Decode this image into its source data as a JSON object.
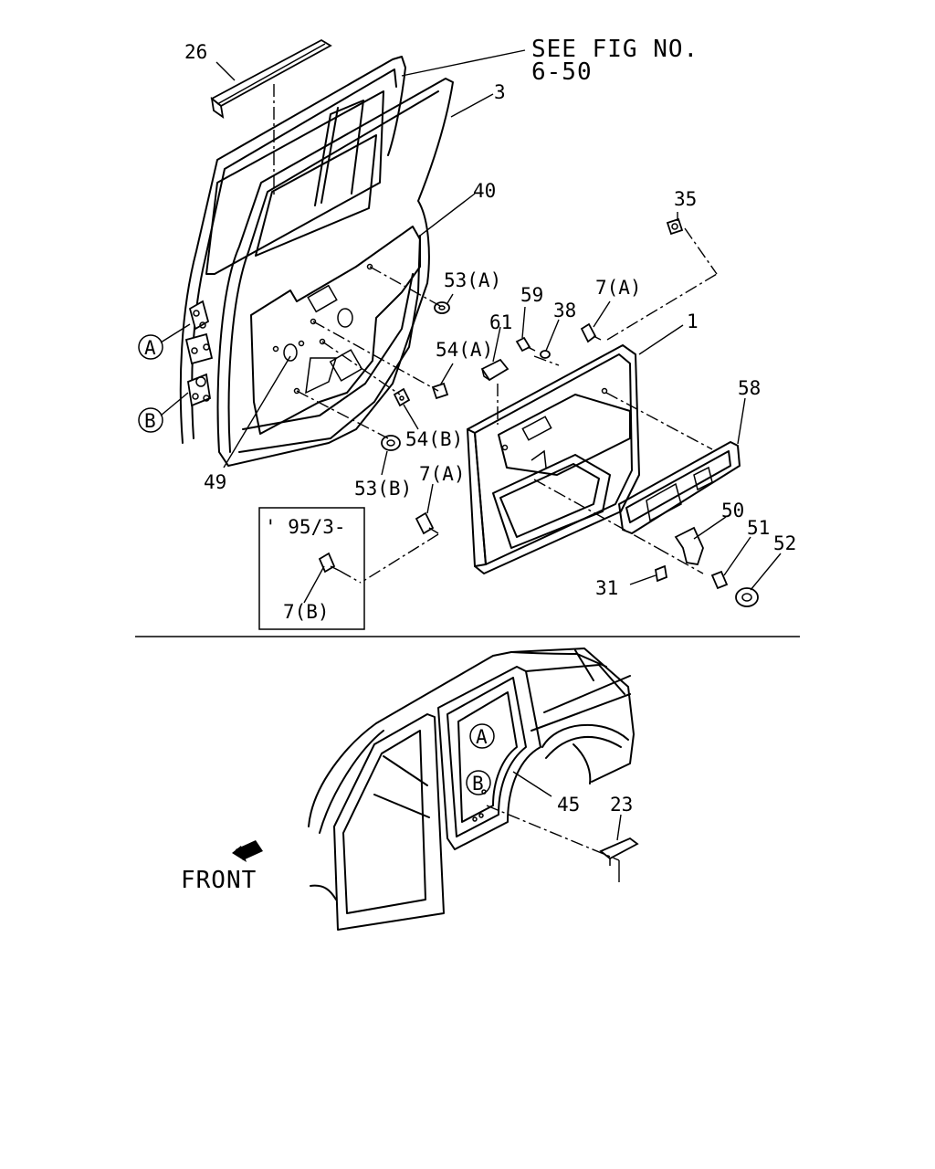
{
  "see_fig": {
    "line1": "SEE FIG NO.",
    "line2": "6-50"
  },
  "inset_label": "' 95/3-",
  "front_label": "FRONT",
  "callouts": {
    "c26": "26",
    "c3": "3",
    "c40": "40",
    "c35": "35",
    "c53a": "53(A)",
    "c59": "59",
    "c7a_top": "7(A)",
    "c61": "61",
    "c38": "38",
    "c1": "1",
    "c54a": "54(A)",
    "c58": "58",
    "c54b": "54(B)",
    "c49": "49",
    "c53b": "53(B)",
    "c7a_bot": "7(A)",
    "c50": "50",
    "c51": "51",
    "c52": "52",
    "c31": "31",
    "c7b": "7(B)",
    "c45": "45",
    "c23": "23",
    "circ_a": "A",
    "circ_b": "B",
    "circ_a2": "A",
    "circ_b2": "B"
  }
}
